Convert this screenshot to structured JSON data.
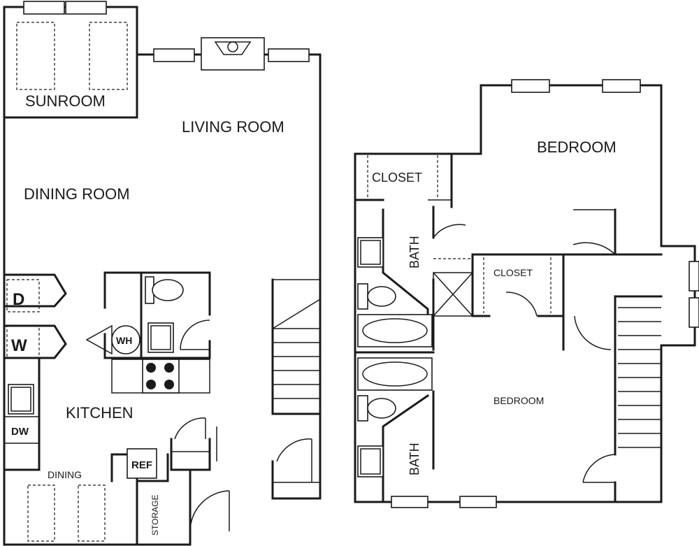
{
  "labels": {
    "sunroom": "SUNROOM",
    "living_room": "LIVING ROOM",
    "dining_room": "DINING ROOM",
    "kitchen": "KITCHEN",
    "dining": "DINING",
    "storage": "STORAGE",
    "closet_upper": "CLOSET",
    "closet_middle": "CLOSET",
    "bedroom_upper": "BEDROOM",
    "bedroom_lower": "BEDROOM",
    "bath_upper": "BATH",
    "bath_lower": "BATH"
  },
  "appliances": {
    "dryer": "D",
    "washer": "W",
    "water_heater": "WH",
    "dishwasher": "DW",
    "refrigerator": "REF"
  }
}
